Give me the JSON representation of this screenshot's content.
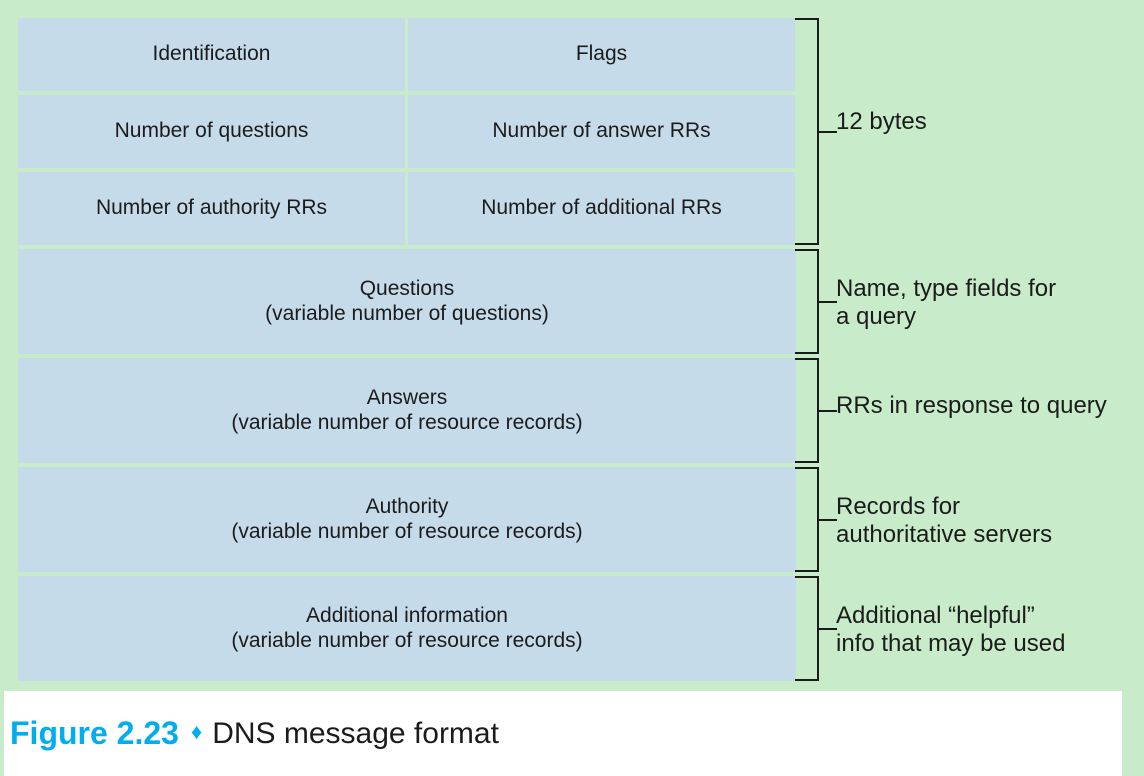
{
  "figure": {
    "background_color": "#c8ecca",
    "box_fill_color": "#c6dbea",
    "accent_color": "#00aeef",
    "line_color": "#1b1b1b"
  },
  "header_rows": [
    {
      "left": "Identification",
      "right": "Flags"
    },
    {
      "left": "Number of questions",
      "right": "Number of answer RRs"
    },
    {
      "left": "Number of authority RRs",
      "right": "Number of additional RRs"
    }
  ],
  "sections": [
    {
      "title": "Questions",
      "sub": "(variable number of questions)"
    },
    {
      "title": "Answers",
      "sub": "(variable number of resource records)"
    },
    {
      "title": "Authority",
      "sub": "(variable number of resource records)"
    },
    {
      "title": "Additional information",
      "sub": "(variable number of resource records)"
    }
  ],
  "annotations": {
    "header": "12 bytes",
    "questions": "Name, type fields for\na query",
    "answers": "RRs in response to query",
    "authority": "Records for\nauthoritative servers",
    "additional": "Additional “helpful”\n info that may be used"
  },
  "caption": {
    "figure_label": "Figure 2.23",
    "diamond": "♦",
    "title": "DNS message format"
  }
}
